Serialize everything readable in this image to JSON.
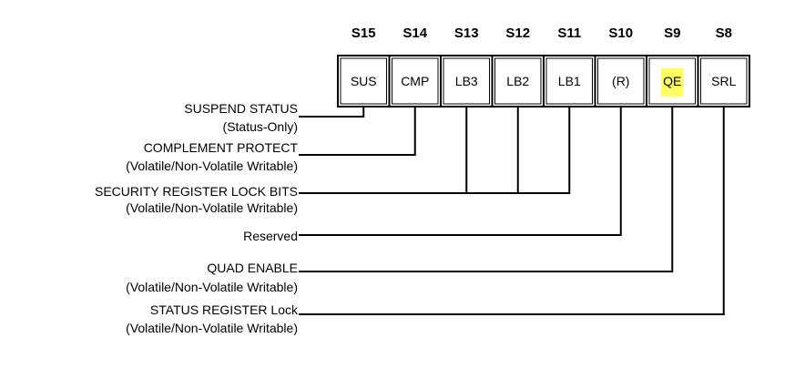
{
  "register": {
    "bits": [
      {
        "bit": "S15",
        "field": "SUS"
      },
      {
        "bit": "S14",
        "field": "CMP"
      },
      {
        "bit": "S13",
        "field": "LB3"
      },
      {
        "bit": "S12",
        "field": "LB2"
      },
      {
        "bit": "S11",
        "field": "LB1"
      },
      {
        "bit": "S10",
        "field": "(R)"
      },
      {
        "bit": "S9",
        "field": "QE",
        "highlight": "#ffff66"
      },
      {
        "bit": "S8",
        "field": "SRL"
      }
    ],
    "descriptions": [
      {
        "name": "SUSPEND STATUS",
        "sub": "(Status-Only)"
      },
      {
        "name": "COMPLEMENT PROTECT",
        "sub": "(Volatile/Non-Volatile Writable)"
      },
      {
        "name": "SECURITY REGISTER LOCK BITS",
        "sub": "(Volatile/Non-Volatile Writable)"
      },
      {
        "name": "Reserved",
        "sub": ""
      },
      {
        "name": "QUAD ENABLE",
        "sub": "(Volatile/Non-Volatile Writable)"
      },
      {
        "name": "STATUS REGISTER Lock",
        "sub": "(Volatile/Non-Volatile Writable)"
      }
    ]
  }
}
